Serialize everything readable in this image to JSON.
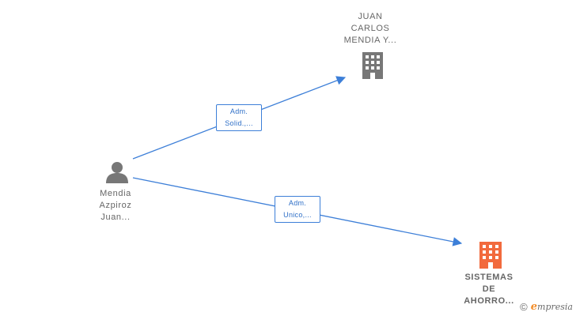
{
  "nodes": {
    "person": {
      "icon": "person-icon",
      "color": "#777777",
      "label_lines": [
        "Mendia",
        "Azpiroz",
        "Juan..."
      ]
    },
    "company_top": {
      "icon": "building-icon",
      "color": "#777777",
      "label_lines": [
        "JUAN",
        "CARLOS",
        "MENDIA Y..."
      ]
    },
    "company_bottom": {
      "icon": "building-icon",
      "color": "#f26a3d",
      "label_lines": [
        "SISTEMAS",
        "DE",
        "AHORRO..."
      ]
    }
  },
  "edges": {
    "to_top": {
      "label_lines": [
        "Adm.",
        "Solid.,..."
      ],
      "color": "#3d7fd8"
    },
    "to_bottom": {
      "label_lines": [
        "Adm.",
        "Unico,..."
      ],
      "color": "#3d7fd8"
    }
  },
  "footer": {
    "copyright_symbol": "©",
    "brand_initial": "e",
    "brand_rest": "mpresia"
  }
}
